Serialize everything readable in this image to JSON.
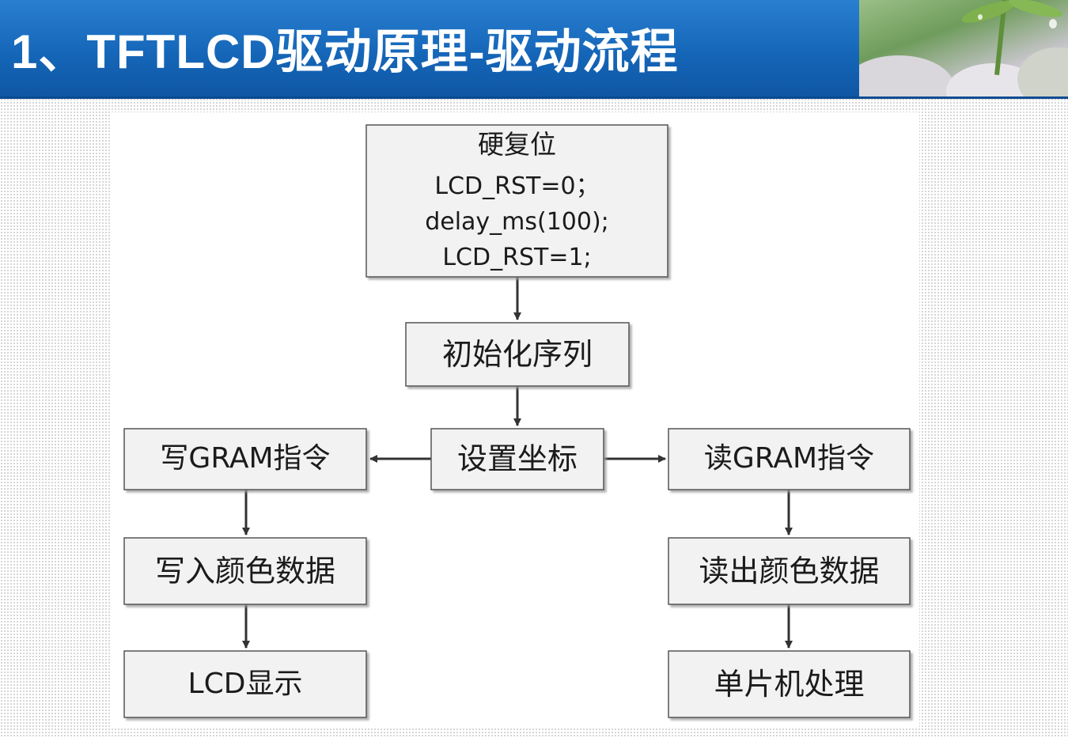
{
  "slide": {
    "title": "1、TFTLCD驱动原理-驱动流程"
  },
  "flowchart": {
    "nodes": [
      {
        "id": "hard-reset",
        "lines": [
          "硬复位",
          "LCD_RST=0；",
          "delay_ms(100);",
          "LCD_RST=1;"
        ]
      },
      {
        "id": "init-sequence",
        "lines": [
          "初始化序列"
        ]
      },
      {
        "id": "set-coordinates",
        "lines": [
          "设置坐标"
        ]
      },
      {
        "id": "write-gram-command",
        "lines": [
          "写GRAM指令"
        ]
      },
      {
        "id": "write-color-data",
        "lines": [
          "写入颜色数据"
        ]
      },
      {
        "id": "lcd-display",
        "lines": [
          "LCD显示"
        ]
      },
      {
        "id": "read-gram-command",
        "lines": [
          "读GRAM指令"
        ]
      },
      {
        "id": "read-color-data",
        "lines": [
          "读出颜色数据"
        ]
      },
      {
        "id": "mcu-process",
        "lines": [
          "单片机处理"
        ]
      }
    ],
    "edges": [
      {
        "from": "hard-reset",
        "to": "init-sequence"
      },
      {
        "from": "init-sequence",
        "to": "set-coordinates"
      },
      {
        "from": "set-coordinates",
        "to": "write-gram-command"
      },
      {
        "from": "set-coordinates",
        "to": "read-gram-command"
      },
      {
        "from": "write-gram-command",
        "to": "write-color-data"
      },
      {
        "from": "write-color-data",
        "to": "lcd-display"
      },
      {
        "from": "read-gram-command",
        "to": "read-color-data"
      },
      {
        "from": "read-color-data",
        "to": "mcu-process"
      }
    ]
  },
  "colors": {
    "header_blue": "#1566b8",
    "box_fill": "#f2f2f2",
    "box_border": "#555555",
    "arrow": "#333333"
  }
}
